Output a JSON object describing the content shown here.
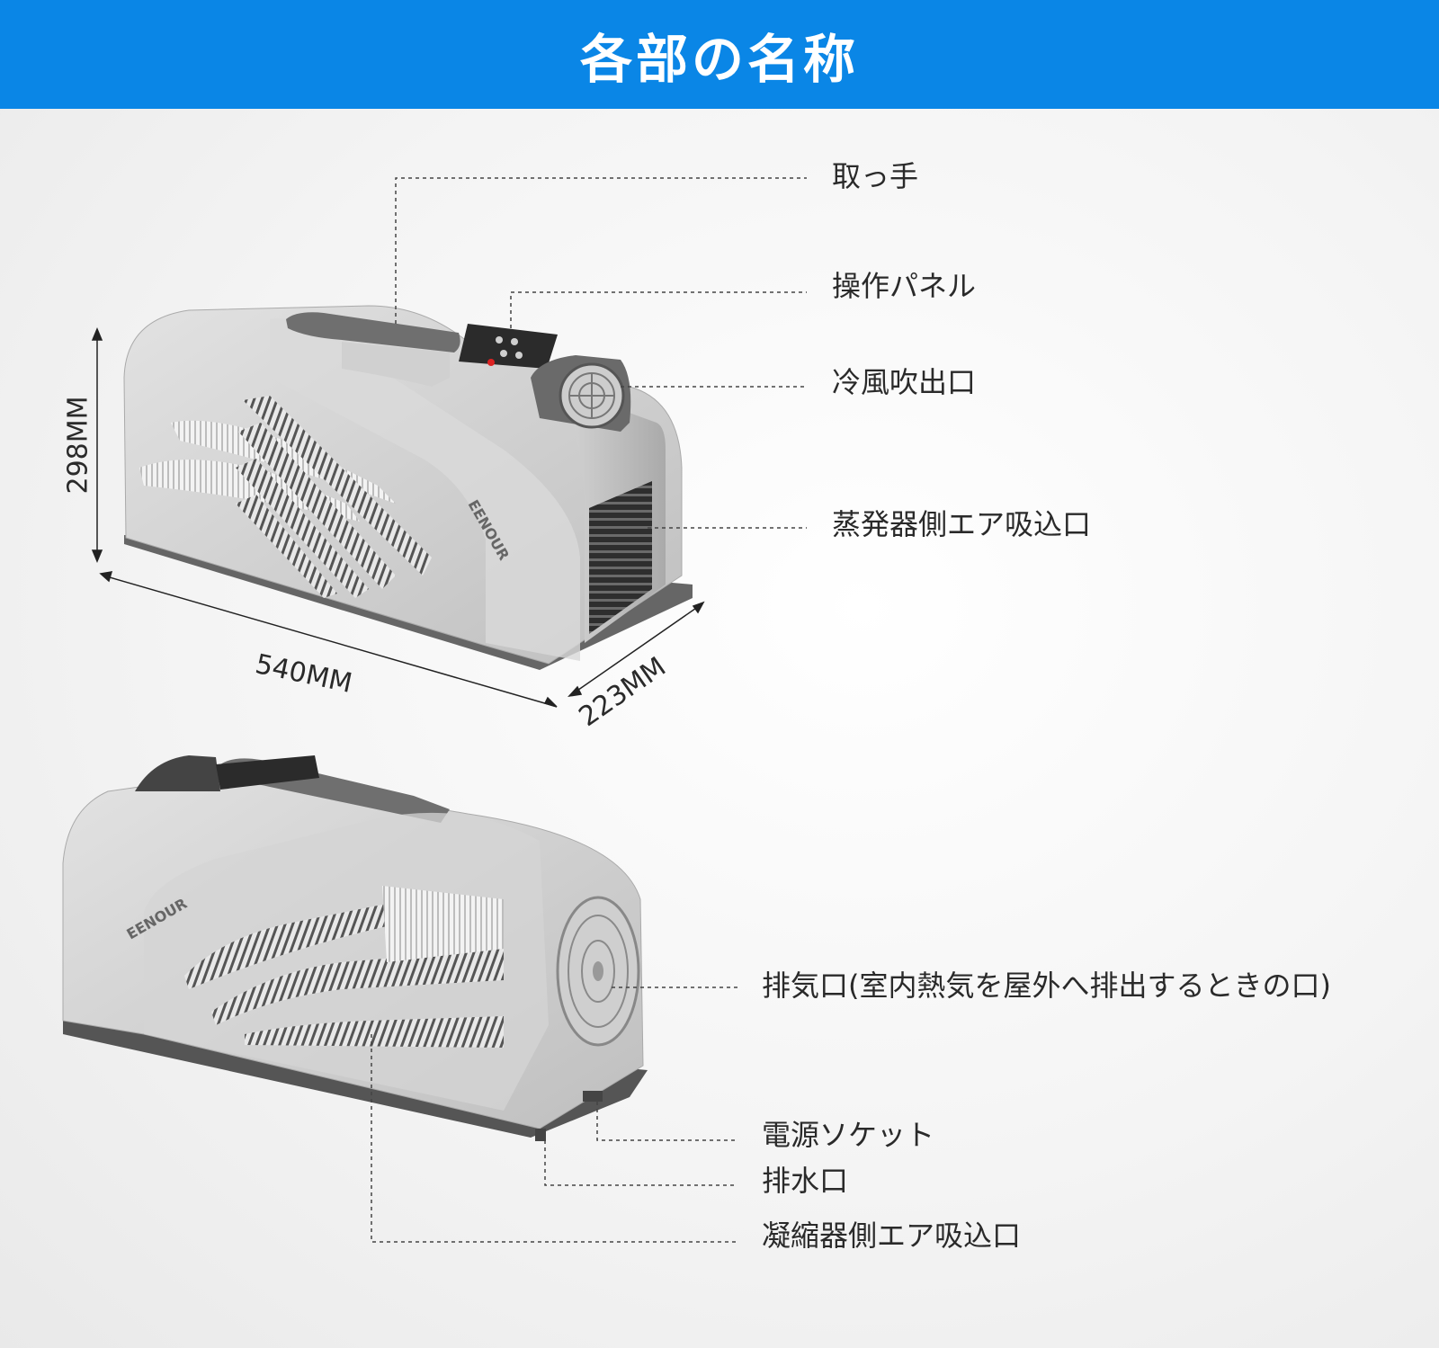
{
  "header": {
    "title": "各部の名称"
  },
  "top_unit": {
    "brand": "EENOUR",
    "labels": {
      "handle": "取っ手",
      "control_panel": "操作パネル",
      "cold_air_outlet": "冷風吹出口",
      "evaporator_intake": "蒸発器側エア吸込口"
    },
    "dimensions": {
      "height": "298MM",
      "width": "540MM",
      "depth": "223MM"
    }
  },
  "bottom_unit": {
    "brand": "EENOUR",
    "labels": {
      "exhaust": "排気口(室内熱気を屋外へ排出するときの口)",
      "power_socket": "電源ソケット",
      "drain": "排水口",
      "condenser_intake": "凝縮器側エア吸込口"
    }
  },
  "colors": {
    "header_bg": "#0a86e6",
    "body_grey": "#cfcfcf",
    "dark_grey": "#6b6b6b"
  }
}
